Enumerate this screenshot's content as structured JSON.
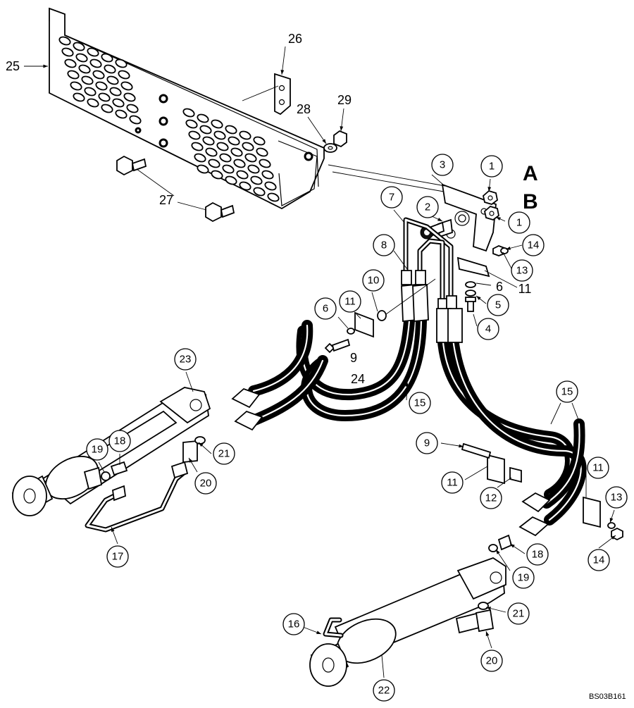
{
  "diagram": {
    "part_numbers": [
      "1",
      "2",
      "3",
      "4",
      "5",
      "6",
      "7",
      "8",
      "9",
      "10",
      "11",
      "12",
      "13",
      "14",
      "15",
      "16",
      "17",
      "18",
      "19",
      "20",
      "21",
      "22",
      "23",
      "24",
      "25",
      "26",
      "27",
      "28",
      "29"
    ],
    "view_labels": [
      "A",
      "B"
    ],
    "reference_code": "BS03B161"
  }
}
